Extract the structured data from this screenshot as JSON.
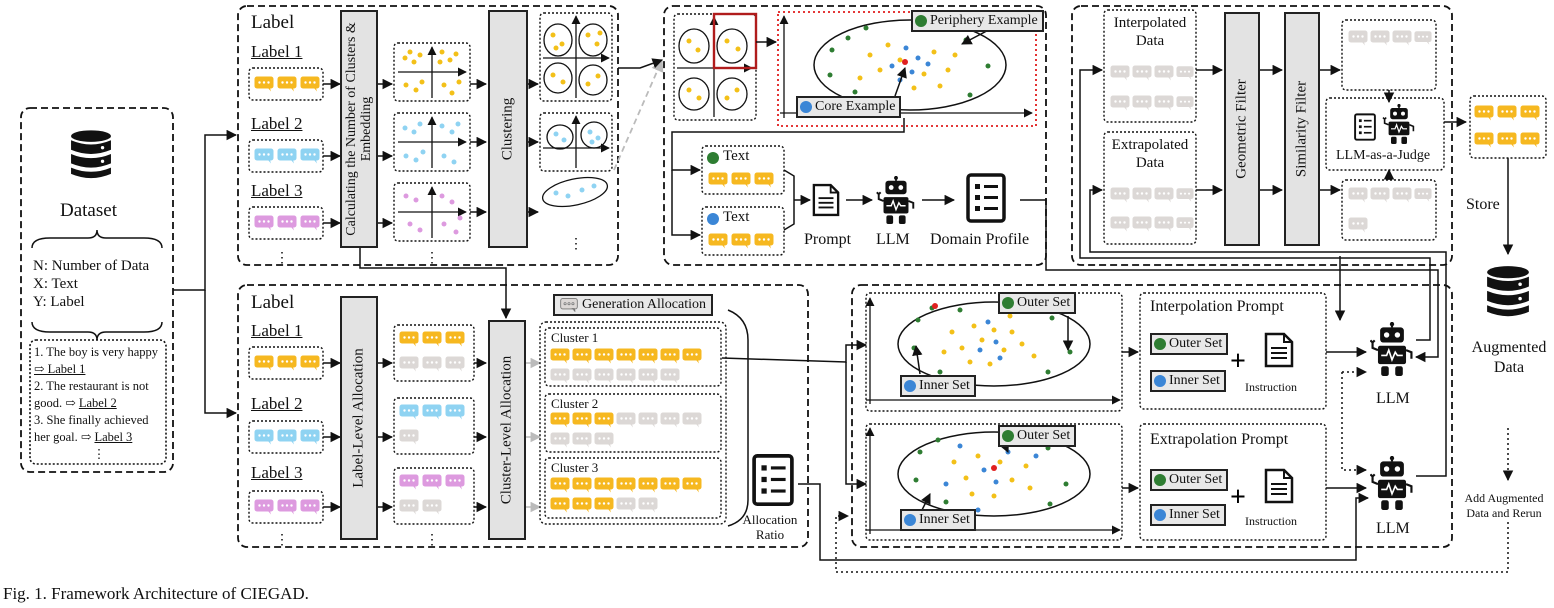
{
  "caption": "Fig. 1.  Framework Architecture of CIEGAD.",
  "dataset": {
    "title": "Dataset",
    "n_line": "N: Number of Data",
    "x_line": "X: Text",
    "y_line": "Y: Label",
    "examples": [
      {
        "text": "1. The boy is very happy",
        "arrow_label": "⇨ Label 1"
      },
      {
        "text": "2. The restaurant is not",
        "cont": "good. ⇨ ",
        "label": "Label 2"
      },
      {
        "text": "3. She finally achieved",
        "cont": "her goal. ⇨ ",
        "label": "Label 3"
      }
    ]
  },
  "clustering_panel": {
    "heading": "Label",
    "labels": [
      "Label 1",
      "Label 2",
      "Label 3"
    ],
    "calc_bar": "Calculating the Number of Clusters & Embedding",
    "clustering_bar": "Clustering"
  },
  "profile_panel": {
    "periphery": "Periphery Example",
    "core": "Core Example",
    "text_green": "Text",
    "text_blue": "Text",
    "prompt": "Prompt",
    "llm": "LLM",
    "domain_profile": "Domain Profile"
  },
  "allocation_panel": {
    "heading": "Label",
    "labels": [
      "Label 1",
      "Label 2",
      "Label 3"
    ],
    "label_level_bar": "Label-Level Allocation",
    "cluster_level_bar": "Cluster-Level Allocation",
    "generation_allocation": "Generation Allocation",
    "clusters": [
      "Cluster 1",
      "Cluster 2",
      "Cluster 3"
    ],
    "allocation_ratio": "Allocation Ratio"
  },
  "generation_panel": {
    "outer_set": "Outer Set",
    "inner_set": "Inner Set",
    "interpolation_prompt": "Interpolation Prompt",
    "extrapolation_prompt": "Extrapolation Prompt",
    "instruction": "Instruction",
    "llm": "LLM"
  },
  "filter_panel": {
    "interpolated": "Interpolated Data",
    "extrapolated": "Extrapolated Data",
    "geometric": "Geometric Filter",
    "similarity": "Similarity Filter",
    "judge": "LLM-as-a-Judge"
  },
  "output": {
    "store": "Store",
    "augmented": "Augmented Data",
    "rerun": "Add Augmented Data and Rerun"
  },
  "colors": {
    "yellow": "#f6b820",
    "blue": "#8fd3f2",
    "pink": "#dd9adf",
    "gray": "#dcd8d6",
    "green_dot": "#2e7d32",
    "blue_dot": "#3b86d6",
    "red_dot": "#e02020",
    "yellow_dot": "#f3c018"
  },
  "icons": [
    "database-icon",
    "robot-icon",
    "document-icon",
    "checklist-icon",
    "speech-bubble-icon"
  ]
}
